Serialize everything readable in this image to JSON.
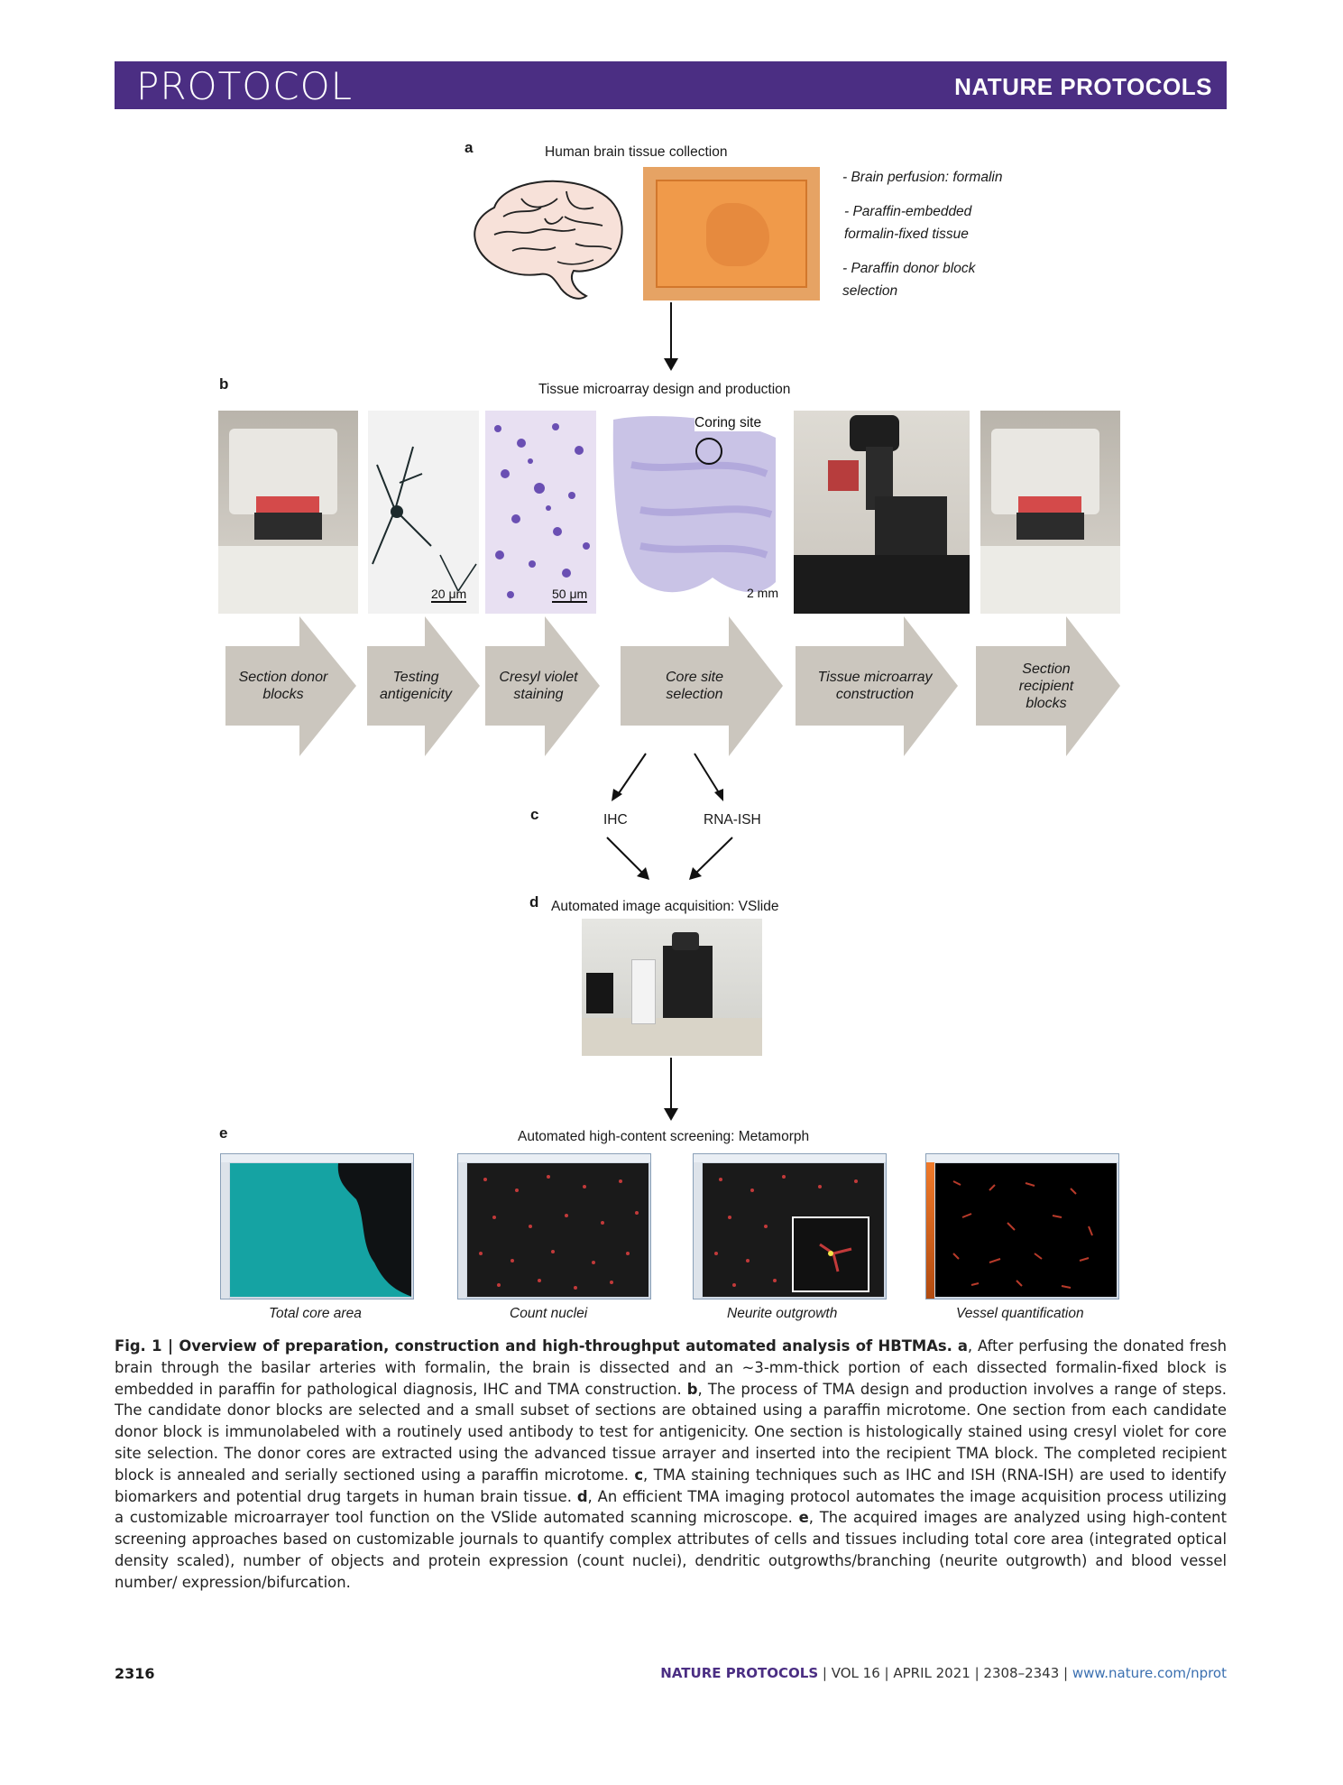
{
  "header": {
    "section": "PROTOCOL",
    "journal": "NATURE PROTOCOLS"
  },
  "figure": {
    "panel_a": {
      "label": "a",
      "title": "Human brain tissue collection",
      "notes": [
        "- Brain perfusion: formalin",
        "- Paraffin-embedded",
        "formalin-fixed tissue",
        "- Paraffin donor block",
        "selection"
      ]
    },
    "panel_b": {
      "label": "b",
      "title": "Tissue microarray design and production",
      "coring_site": "Coring site",
      "scale_20": "20 μm",
      "scale_50": "50 μm",
      "scale_2mm": "2 mm",
      "steps": [
        {
          "line1": "Section donor",
          "line2": "blocks",
          "line3": ""
        },
        {
          "line1": "Testing",
          "line2": "antigenicity",
          "line3": ""
        },
        {
          "line1": "Cresyl violet",
          "line2": "staining",
          "line3": ""
        },
        {
          "line1": "Core site",
          "line2": "selection",
          "line3": ""
        },
        {
          "line1": "Tissue microarray",
          "line2": "construction",
          "line3": ""
        },
        {
          "line1": "Section",
          "line2": "recipient",
          "line3": "blocks"
        }
      ]
    },
    "panel_c": {
      "label": "c",
      "ihc": "IHC",
      "rna": "RNA-ISH"
    },
    "panel_d": {
      "label": "d",
      "title": "Automated image acquisition: VSlide"
    },
    "panel_e": {
      "label": "e",
      "title": "Automated high-content screening: Metamorph",
      "captions": [
        "Total core area",
        "Count nuclei",
        "Neurite outgrowth",
        "Vessel quantification"
      ]
    }
  },
  "caption": {
    "fig_label": "Fig. 1 | Overview of preparation, construction and high-throughput automated analysis of HBTMAs.",
    "a_label": "a",
    "a_text": ", After perfusing the donated fresh brain through the basilar arteries with formalin, the brain is dissected and an ~3-mm-thick portion of each dissected formalin-fixed block is embedded in paraffin for pathological diagnosis, IHC and TMA construction. ",
    "b_label": "b",
    "b_text": ", The process of TMA design and production involves a range of steps. The candidate donor blocks are selected and a small subset of sections are obtained using a paraffin microtome. One section from each candidate donor block is immunolabeled with a routinely used antibody to test for antigenicity. One section is histologically stained using cresyl violet for core site selection. The donor cores are extracted using the advanced tissue arrayer and inserted into the recipient TMA block. The completed recipient block is annealed and serially sectioned using a paraffin microtome. ",
    "c_label": "c",
    "c_text": ", TMA staining techniques such as IHC and ISH (RNA-ISH) are used to identify biomarkers and potential drug targets in human brain tissue. ",
    "d_label": "d",
    "d_text": ", An efficient TMA imaging protocol automates the image acquisition process utilizing a customizable microarrayer tool function on the VSlide automated scanning microscope. ",
    "e_label": "e",
    "e_text": ", The acquired images are analyzed using high-content screening approaches based on customizable journals to quantify complex attributes of cells and tissues including total core area (integrated optical density scaled), number of objects and protein expression (count nuclei), dendritic outgrowths/branching (neurite outgrowth) and blood vessel number/ expression/bifurcation."
  },
  "footer": {
    "page": "2316",
    "brand": "NATURE PROTOCOLS",
    "volume": "VOL 16",
    "date": "APRIL 2021",
    "pages": "2308–2343",
    "url": "www.nature.com/nprot"
  }
}
